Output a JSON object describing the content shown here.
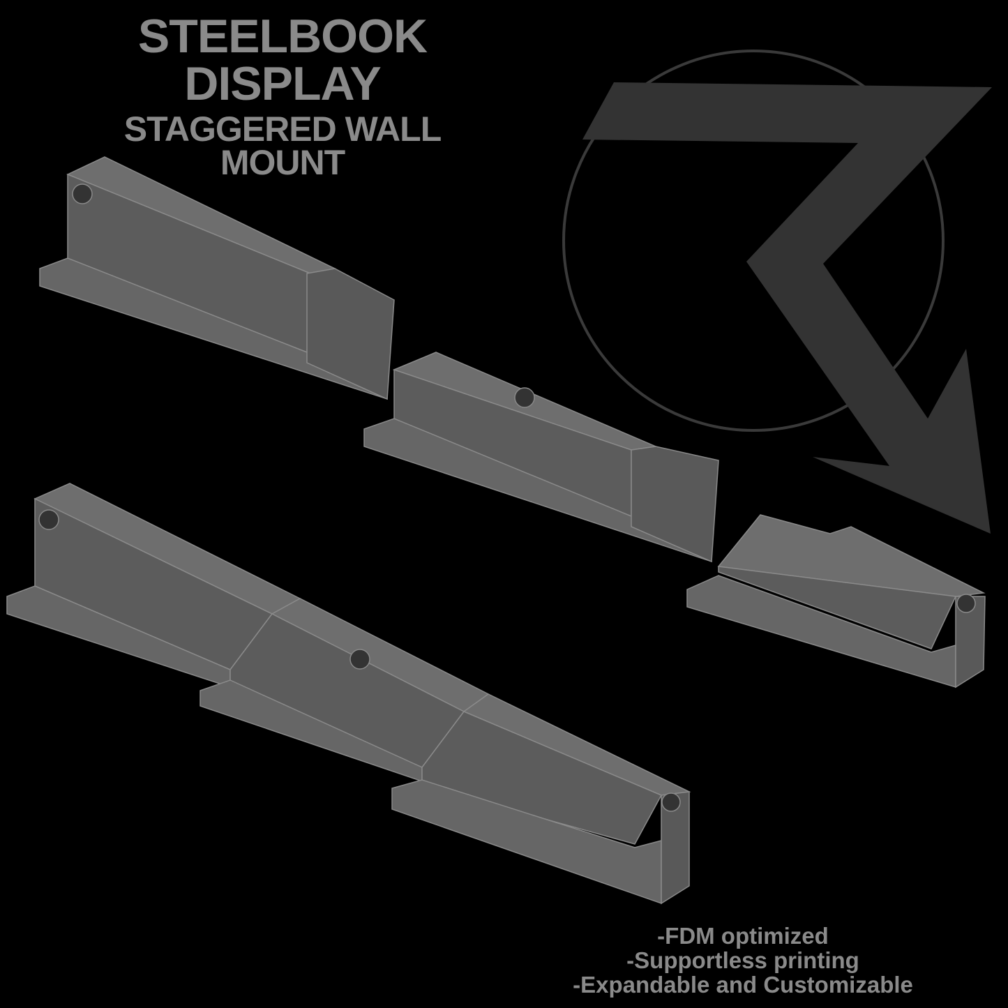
{
  "title": {
    "line1": "STEELBOOK",
    "line2": "DISPLAY",
    "line3": "STAGGERED WALL",
    "line4": "MOUNT"
  },
  "features": [
    "-FDM optimized",
    "-Supportless printing",
    "-Expandable and Customizable"
  ],
  "colors": {
    "background": "#000000",
    "text": "#8a8a8a",
    "logo": "#333333",
    "part": "#5e5e5e"
  }
}
